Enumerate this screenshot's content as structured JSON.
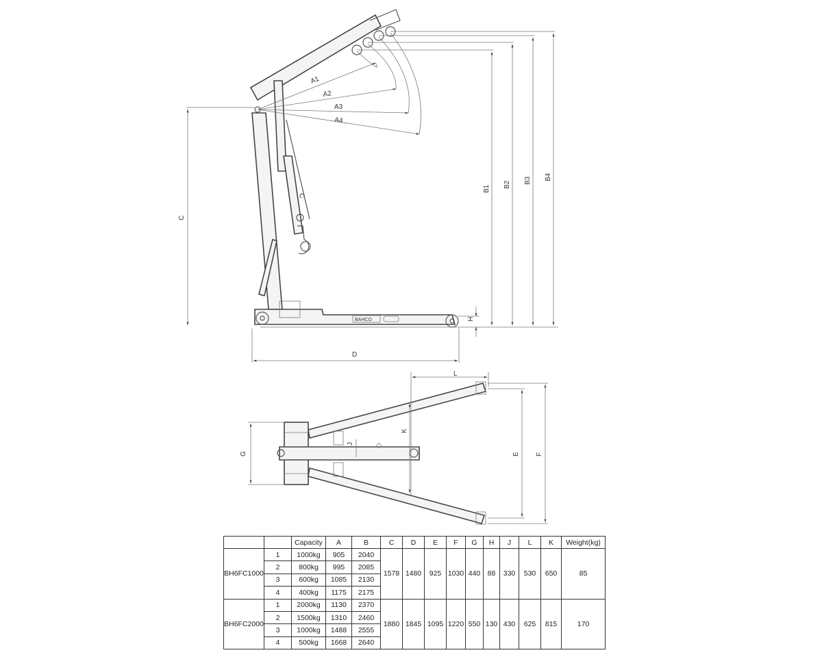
{
  "labels": {
    "A1": "A1",
    "A2": "A2",
    "A3": "A3",
    "A4": "A4",
    "B1": "B1",
    "B2": "B2",
    "B3": "B3",
    "B4": "B4",
    "C": "C",
    "D": "D",
    "H": "H",
    "C_boom": "C",
    "L": "L",
    "K": "K",
    "G": "G",
    "J": "J",
    "E": "E",
    "F": "F",
    "brand": "BAHCO"
  },
  "table": {
    "headers": [
      "",
      "",
      "Capacity",
      "A",
      "B",
      "C",
      "D",
      "E",
      "F",
      "G",
      "H",
      "J",
      "L",
      "K",
      "Weight(kg)"
    ],
    "models": [
      {
        "name": "BH6FC1000",
        "rows": [
          {
            "pos": "1",
            "capacity": "1000kg",
            "A": "905",
            "B": "2040"
          },
          {
            "pos": "2",
            "capacity": "800kg",
            "A": "995",
            "B": "2085"
          },
          {
            "pos": "3",
            "capacity": "600kg",
            "A": "1085",
            "B": "2130"
          },
          {
            "pos": "4",
            "capacity": "400kg",
            "A": "1175",
            "B": "2175"
          }
        ],
        "C": "1578",
        "D": "1480",
        "E": "925",
        "F": "1030",
        "G": "440",
        "H": "88",
        "J": "330",
        "L": "530",
        "K": "650",
        "weight": "85"
      },
      {
        "name": "BH6FC2000",
        "rows": [
          {
            "pos": "1",
            "capacity": "2000kg",
            "A": "1130",
            "B": "2370"
          },
          {
            "pos": "2",
            "capacity": "1500kg",
            "A": "1310",
            "B": "2460"
          },
          {
            "pos": "3",
            "capacity": "1000kg",
            "A": "1488",
            "B": "2555"
          },
          {
            "pos": "4",
            "capacity": "500kg",
            "A": "1668",
            "B": "2640"
          }
        ],
        "C": "1880",
        "D": "1845",
        "E": "1095",
        "F": "1220",
        "G": "550",
        "H": "130",
        "J": "430",
        "L": "625",
        "K": "815",
        "weight": "170"
      }
    ]
  }
}
